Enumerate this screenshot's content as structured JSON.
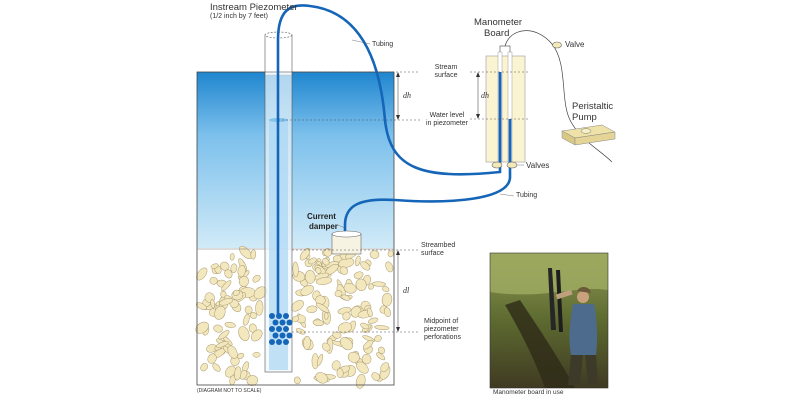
{
  "labels": {
    "piezometer_title": "Instream Piezometer",
    "piezometer_size": "(1/2 inch by 7 feet)",
    "tubing_top": "Tubing",
    "manometer_line1": "Manometer",
    "manometer_line2": "Board",
    "valve_top": "Valve",
    "stream_surface_1": "Stream",
    "stream_surface_2": "surface",
    "dh_left": "dh",
    "dh_right": "dh",
    "water_level_1": "Water level",
    "water_level_2": "in piezometer",
    "pump_1": "Peristaltic",
    "pump_2": "Pump",
    "valves": "Valves",
    "tubing_mid": "Tubing",
    "damper_1": "Current",
    "damper_2": "damper",
    "streambed_1": "Streambed",
    "streambed_2": "surface",
    "dl": "dl",
    "midpoint_1": "Midpoint of",
    "midpoint_2": "piezometer",
    "midpoint_3": "perforations",
    "not_to_scale": "(DIAGRAM NOT TO SCALE)",
    "photo_caption": "Manometer board in use"
  },
  "colors": {
    "water_top": "#1f86cf",
    "water_bottom": "#d4ecf8",
    "tubing": "#1565b8",
    "stone": "#f3e7bd",
    "stone_edge": "#a99a70",
    "board": "#fbf4d2",
    "pump": "#efe2a8"
  },
  "icons": {
    "photo": "field-photo-manometer-board"
  }
}
